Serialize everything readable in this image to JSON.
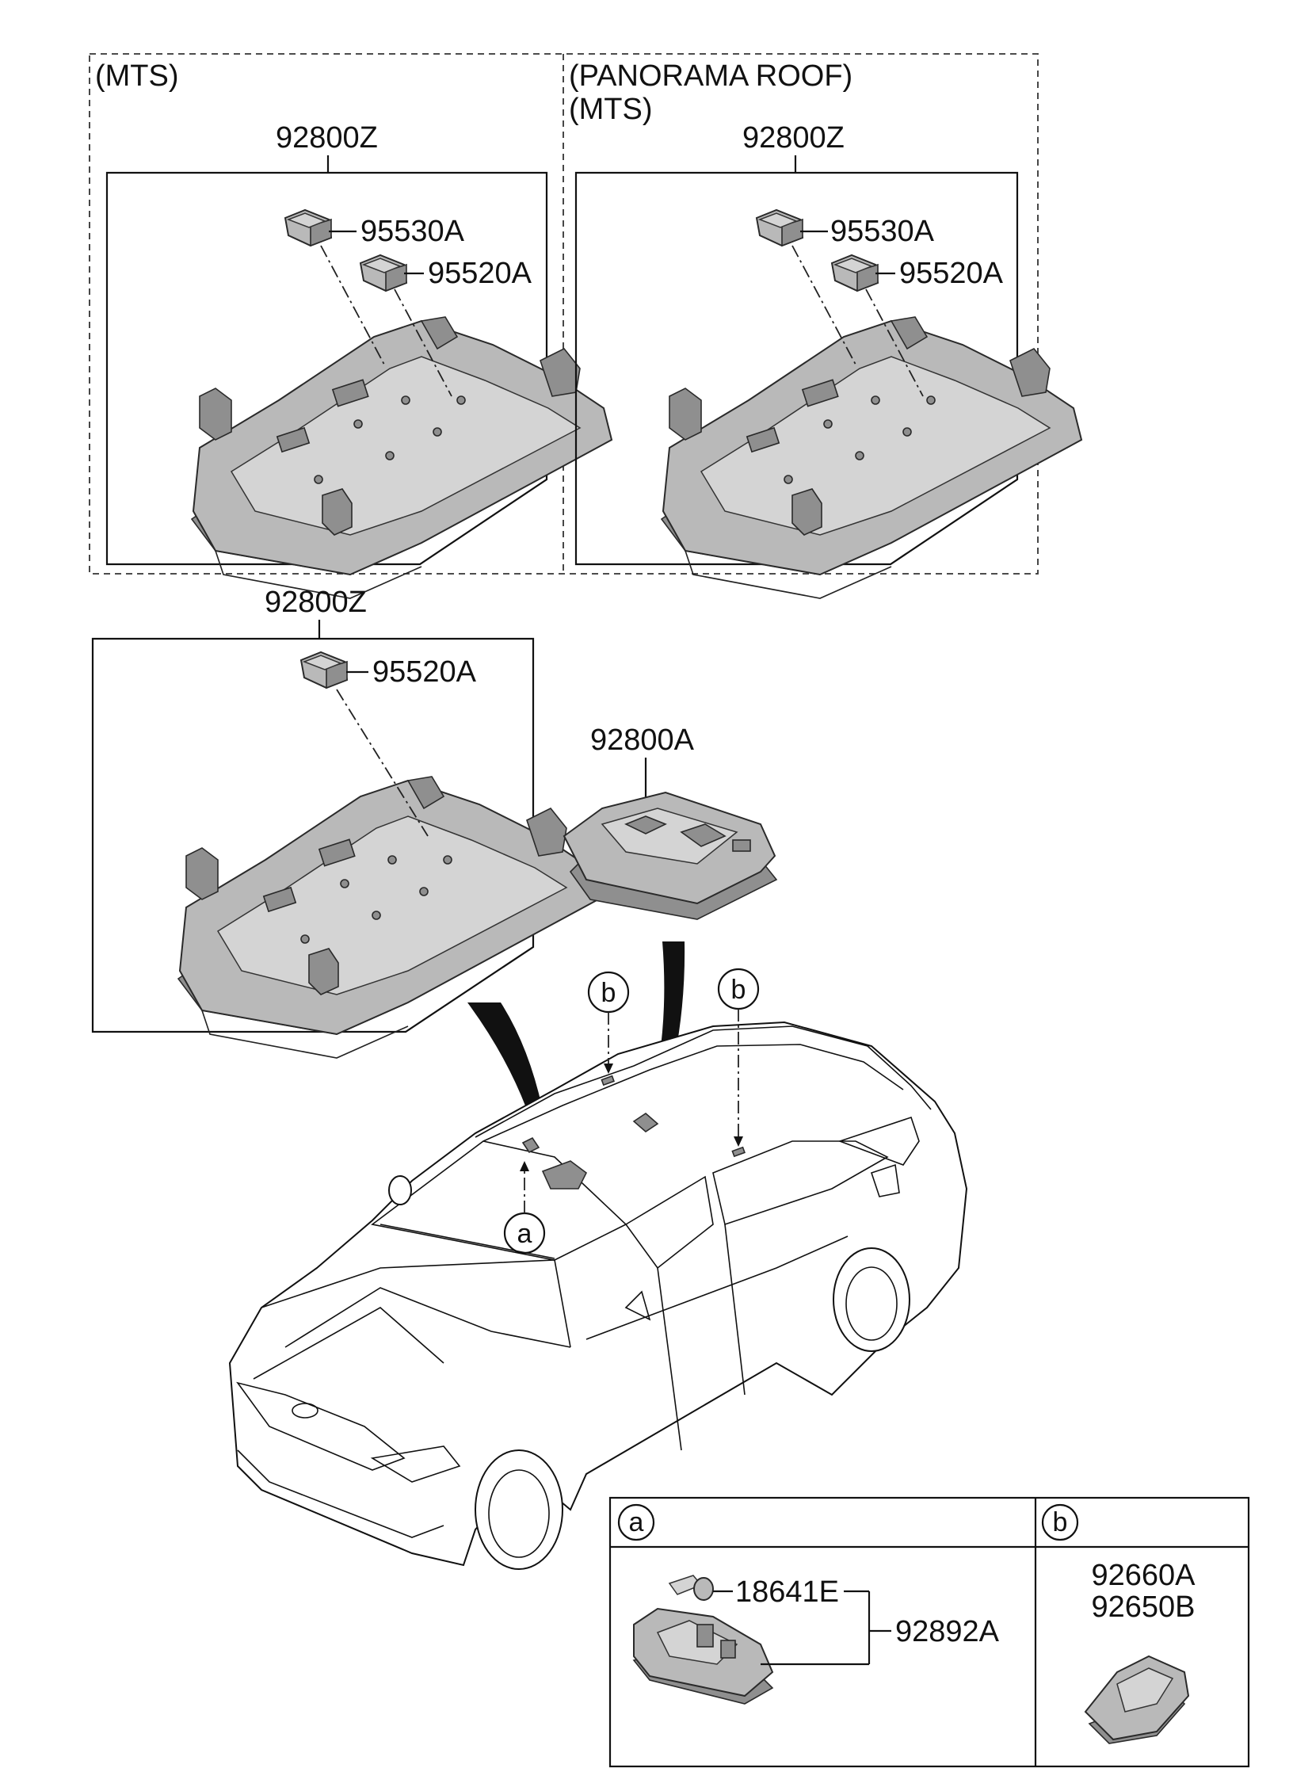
{
  "panels": {
    "mts": {
      "title": "(MTS)",
      "assembly": "92800Z",
      "parts": [
        "95530A",
        "95520A"
      ]
    },
    "panorama": {
      "title_line1": "(PANORAMA ROOF)",
      "title_line2": "(MTS)",
      "assembly": "92800Z",
      "parts": [
        "95530A",
        "95520A"
      ]
    },
    "standard": {
      "assembly": "92800Z",
      "parts": [
        "95520A"
      ]
    },
    "rear_lamp": {
      "part": "92800A"
    }
  },
  "callouts": {
    "a": "a",
    "b": "b"
  },
  "legend": {
    "a": {
      "letter": "a",
      "bulb": "18641E",
      "assembly": "92892A"
    },
    "b": {
      "letter": "b",
      "line1": "92660A",
      "line2": "92650B"
    }
  },
  "colors": {
    "line": "#111111",
    "part": "#b9b9b9",
    "part_dark": "#8f8f8f"
  }
}
